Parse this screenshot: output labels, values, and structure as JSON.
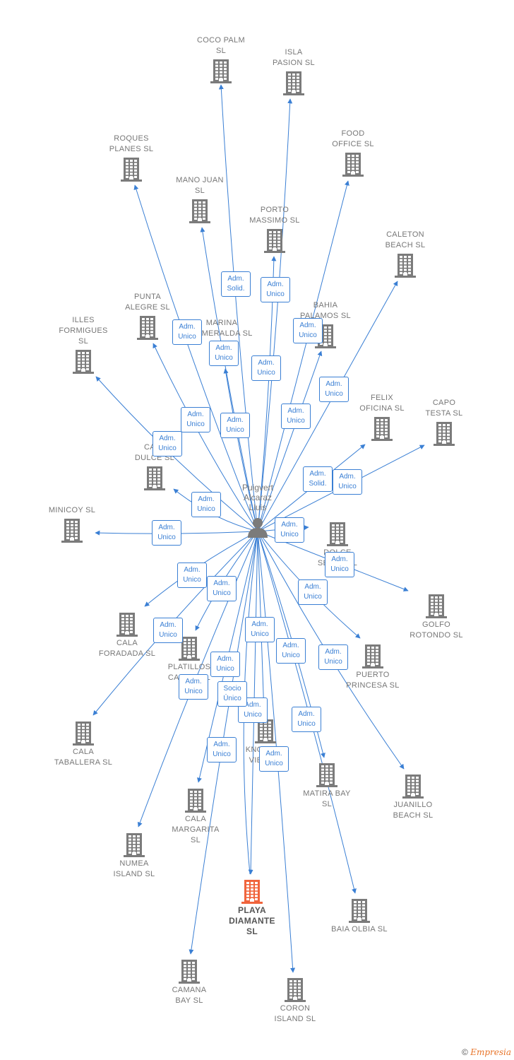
{
  "colors": {
    "edge": "#3a7fd4",
    "building": "#7b7b7b",
    "highlight": "#f0643c"
  },
  "center": {
    "label": "Puigvert\nAlcaraz\nLluis",
    "icon": "person-icon"
  },
  "nodes": [
    {
      "id": "coco-palm",
      "label": "COCO PALM\nSL"
    },
    {
      "id": "isla-pasion",
      "label": "ISLA\nPASION  SL"
    },
    {
      "id": "food-office",
      "label": "FOOD\nOFFICE  SL"
    },
    {
      "id": "roques-planes",
      "label": "ROQUES\nPLANES  SL"
    },
    {
      "id": "mano-juan",
      "label": "MANO JUAN\nSL"
    },
    {
      "id": "porto-massimo",
      "label": "PORTO\nMASSIMO  SL"
    },
    {
      "id": "caleton-beach",
      "label": "CALETON\nBEACH  SL"
    },
    {
      "id": "punta-alegre",
      "label": "PUNTA\nALEGRE  SL"
    },
    {
      "id": "bahia-palamos",
      "label": "BAHIA\nPALAMOS  SL"
    },
    {
      "id": "illes-formigues",
      "label": "ILLES\nFORMIGUES\nSL"
    },
    {
      "id": "marina-esmeralda",
      "label": "MARINA\nESMERALDA  SL"
    },
    {
      "id": "felix-oficina",
      "label": "FELIX\nOFICINA SL"
    },
    {
      "id": "capo-testa",
      "label": "CAPO\nTESTA  SL"
    },
    {
      "id": "cala-dulce",
      "label": "CALA\nDULCE  SL"
    },
    {
      "id": "minicoy",
      "label": "MINICOY  SL"
    },
    {
      "id": "dolce-sense",
      "label": "DOLCE\nSENSE  SL"
    },
    {
      "id": "golfo-rotondo",
      "label": "GOLFO\nROTONDO  SL"
    },
    {
      "id": "cala-foradada",
      "label": "CALA\nFORADADA  SL"
    },
    {
      "id": "platillos-caribe",
      "label": "PLATILLOS\nCARIBE  SL"
    },
    {
      "id": "puerto-princesa",
      "label": "PUERTO\nPRINCESA  SL"
    },
    {
      "id": "cala-taballera",
      "label": "CALA\nTABALLERA  SL"
    },
    {
      "id": "knossos-view",
      "label": "KNOSSOS\nVIEW  SL"
    },
    {
      "id": "matira-bay",
      "label": "MATIRA BAY\nSL"
    },
    {
      "id": "juanillo-beach",
      "label": "JUANILLO\nBEACH SL"
    },
    {
      "id": "cala-margarita",
      "label": "CALA\nMARGARITA\nSL"
    },
    {
      "id": "numea-island",
      "label": "NUMEA\nISLAND  SL"
    },
    {
      "id": "playa-diamante",
      "label": "PLAYA\nDIAMANTE\nSL",
      "highlight": true
    },
    {
      "id": "baia-olbia",
      "label": "BAIA OLBIA  SL"
    },
    {
      "id": "camana-bay",
      "label": "CAMANA\nBAY  SL"
    },
    {
      "id": "coron-island",
      "label": "CORON\nISLAND  SL"
    }
  ],
  "roles": [
    {
      "id": "r-coco-palm",
      "label": "Adm.\nSolid."
    },
    {
      "id": "r-isla-pasion",
      "label": "Adm.\nUnico"
    },
    {
      "id": "r-food-office",
      "label": "Adm.\nUnico"
    },
    {
      "id": "r-roques-planes",
      "label": "Adm.\nUnico"
    },
    {
      "id": "r-mano-juan",
      "label": "Adm.\nUnico"
    },
    {
      "id": "r-porto-massimo",
      "label": "Adm.\nUnico"
    },
    {
      "id": "r-caleton-beach",
      "label": "Adm.\nUnico"
    },
    {
      "id": "r-punta-alegre",
      "label": "Adm.\nUnico"
    },
    {
      "id": "r-bahia-palamos",
      "label": "Adm.\nUnico"
    },
    {
      "id": "r-illes-formigues",
      "label": "Adm.\nUnico"
    },
    {
      "id": "r-marina-esmeralda",
      "label": "Adm.\nUnico"
    },
    {
      "id": "r-felix-oficina",
      "label": "Adm.\nSolid."
    },
    {
      "id": "r-capo-testa",
      "label": "Adm.\nUnico"
    },
    {
      "id": "r-cala-dulce",
      "label": "Adm.\nUnico"
    },
    {
      "id": "r-minicoy",
      "label": "Adm.\nUnico"
    },
    {
      "id": "r-dolce-sense",
      "label": "Adm.\nUnico"
    },
    {
      "id": "r-golfo-rotondo",
      "label": "Adm.\nUnico"
    },
    {
      "id": "r-cala-foradada",
      "label": "Adm.\nUnico"
    },
    {
      "id": "r-platillos-caribe",
      "label": "Adm.\nUnico"
    },
    {
      "id": "r-puerto-princesa",
      "label": "Adm.\nUnico"
    },
    {
      "id": "r-cala-taballera",
      "label": "Adm.\nUnico"
    },
    {
      "id": "r-knossos-view",
      "label": "Adm.\nUnico"
    },
    {
      "id": "r-matira-bay",
      "label": "Adm.\nUnico"
    },
    {
      "id": "r-juanillo-beach",
      "label": "Adm.\nUnico"
    },
    {
      "id": "r-cala-margarita",
      "label": "Adm.\nUnico"
    },
    {
      "id": "r-numea-island",
      "label": "Adm.\nUnico"
    },
    {
      "id": "r-playa-diamante-1",
      "label": "Adm.\nUnico"
    },
    {
      "id": "r-playa-diamante-2",
      "label": "Socio\nÚnico"
    },
    {
      "id": "r-baia-olbia",
      "label": "Adm.\nUnico"
    },
    {
      "id": "r-camana-bay",
      "label": "Adm.\nUnico"
    },
    {
      "id": "r-coron-island",
      "label": "Adm.\nUnico"
    }
  ],
  "footer": {
    "copyright": "©",
    "brand": "Empresia"
  }
}
